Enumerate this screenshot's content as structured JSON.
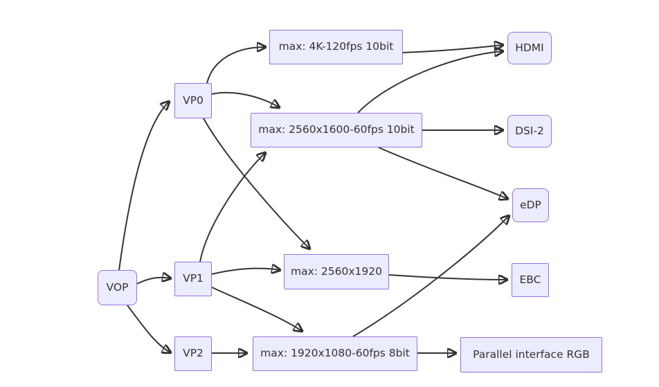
{
  "diagram": {
    "type": "flowchart",
    "direction": "left-to-right",
    "colors": {
      "node_fill": "#ECECFF",
      "node_border": "#9370DB",
      "edge_stroke": "#333333",
      "text": "#333333",
      "background": "#FFFFFF"
    },
    "nodes": {
      "vop": {
        "label": "VOP",
        "shape": "rounded"
      },
      "vp0": {
        "label": "VP0",
        "shape": "rect"
      },
      "vp1": {
        "label": "VP1",
        "shape": "rect"
      },
      "vp2": {
        "label": "VP2",
        "shape": "rect"
      },
      "max_4k": {
        "label": "max: 4K-120fps 10bit",
        "shape": "rect"
      },
      "max_2560_1600": {
        "label": "max: 2560x1600-60fps 10bit",
        "shape": "rect"
      },
      "max_2560_1920": {
        "label": "max: 2560x1920",
        "shape": "rect"
      },
      "max_1920_1080": {
        "label": "max: 1920x1080-60fps 8bit",
        "shape": "rect"
      },
      "hdmi": {
        "label": "HDMI",
        "shape": "rounded"
      },
      "dsi2": {
        "label": "DSI-2",
        "shape": "rounded"
      },
      "edp": {
        "label": "eDP",
        "shape": "rounded"
      },
      "ebc": {
        "label": "EBC",
        "shape": "rect"
      },
      "parallel_rgb": {
        "label": "Parallel interface RGB",
        "shape": "rect"
      }
    },
    "edges": [
      {
        "from": "vop",
        "to": "vp0"
      },
      {
        "from": "vop",
        "to": "vp1"
      },
      {
        "from": "vop",
        "to": "vp2"
      },
      {
        "from": "vp0",
        "to": "max_4k"
      },
      {
        "from": "vp0",
        "to": "max_2560_1600"
      },
      {
        "from": "vp0",
        "to": "max_2560_1920"
      },
      {
        "from": "vp1",
        "to": "max_2560_1600"
      },
      {
        "from": "vp1",
        "to": "max_2560_1920"
      },
      {
        "from": "vp1",
        "to": "max_1920_1080"
      },
      {
        "from": "vp2",
        "to": "max_1920_1080"
      },
      {
        "from": "max_4k",
        "to": "hdmi"
      },
      {
        "from": "max_2560_1600",
        "to": "hdmi"
      },
      {
        "from": "max_2560_1600",
        "to": "dsi2"
      },
      {
        "from": "max_2560_1600",
        "to": "edp"
      },
      {
        "from": "max_2560_1920",
        "to": "ebc"
      },
      {
        "from": "max_1920_1080",
        "to": "edp"
      },
      {
        "from": "max_1920_1080",
        "to": "parallel_rgb"
      }
    ]
  }
}
